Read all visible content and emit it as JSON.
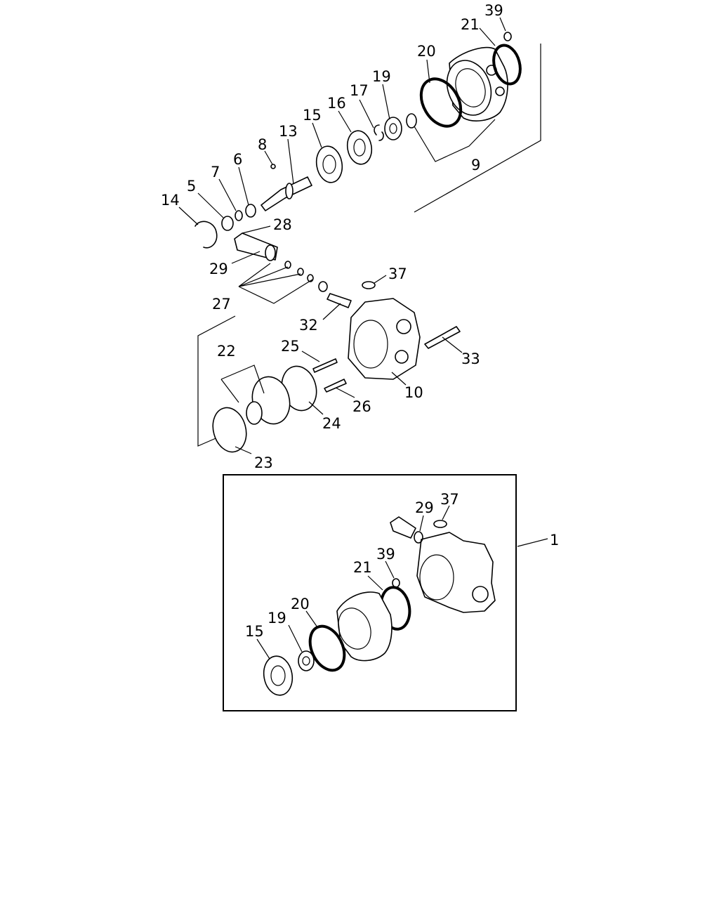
{
  "diagram": {
    "top_callouts": [
      {
        "id": "c39",
        "text": "39"
      },
      {
        "id": "c21",
        "text": "21"
      },
      {
        "id": "c20",
        "text": "20"
      },
      {
        "id": "c19",
        "text": "19"
      },
      {
        "id": "c17",
        "text": "17"
      },
      {
        "id": "c16",
        "text": "16"
      },
      {
        "id": "c15",
        "text": "15"
      },
      {
        "id": "c13",
        "text": "13"
      },
      {
        "id": "c8",
        "text": "8"
      },
      {
        "id": "c6",
        "text": "6"
      },
      {
        "id": "c7",
        "text": "7"
      },
      {
        "id": "c5",
        "text": "5"
      },
      {
        "id": "c14",
        "text": "14"
      },
      {
        "id": "c9",
        "text": "9"
      },
      {
        "id": "c28",
        "text": "28"
      },
      {
        "id": "c29",
        "text": "29"
      },
      {
        "id": "c27",
        "text": "27"
      },
      {
        "id": "c37",
        "text": "37"
      },
      {
        "id": "c32",
        "text": "32"
      },
      {
        "id": "c33",
        "text": "33"
      },
      {
        "id": "c25",
        "text": "25"
      },
      {
        "id": "c22",
        "text": "22"
      },
      {
        "id": "c10",
        "text": "10"
      },
      {
        "id": "c26",
        "text": "26"
      },
      {
        "id": "c24",
        "text": "24"
      },
      {
        "id": "c23",
        "text": "23"
      }
    ],
    "inset_callouts": [
      {
        "id": "i29",
        "text": "29"
      },
      {
        "id": "i37",
        "text": "37"
      },
      {
        "id": "i1",
        "text": "1"
      },
      {
        "id": "i39",
        "text": "39"
      },
      {
        "id": "i21",
        "text": "21"
      },
      {
        "id": "i20",
        "text": "20"
      },
      {
        "id": "i19",
        "text": "19"
      },
      {
        "id": "i15",
        "text": "15"
      }
    ]
  }
}
